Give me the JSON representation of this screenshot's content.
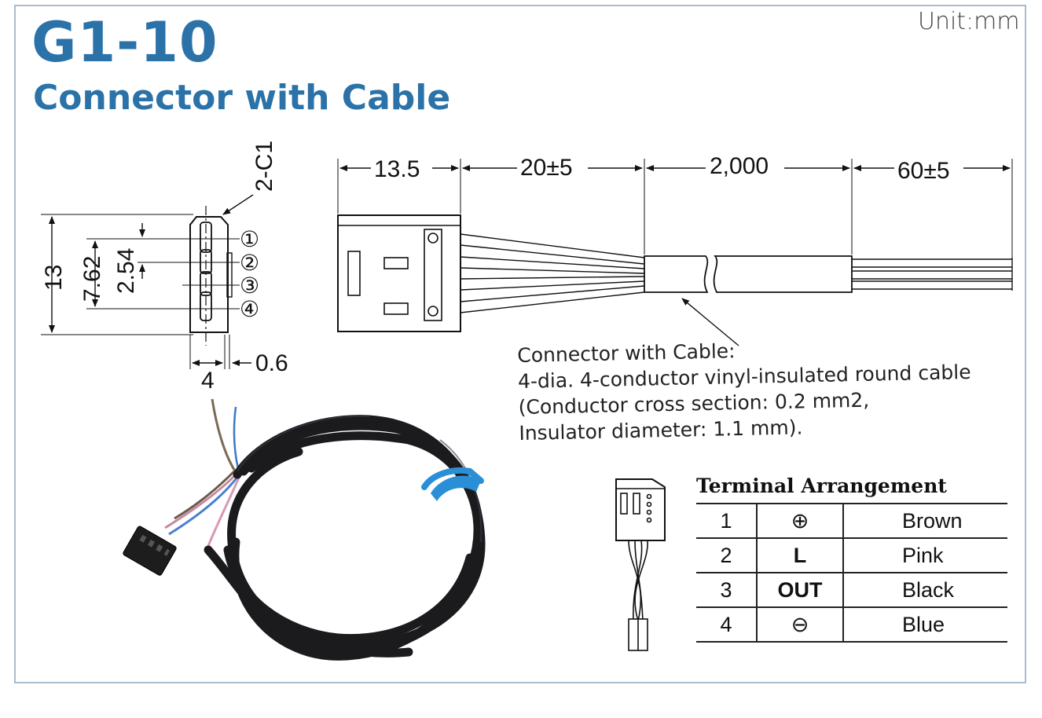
{
  "header": {
    "model": "G1-10",
    "subtitle": "Connector with Cable",
    "unit": "Unit:mm"
  },
  "front_view": {
    "chamfer": "2-C1",
    "height": "13",
    "pitch_span": "7.62",
    "pitch": "2.54",
    "width": "4",
    "offset": "0.6",
    "pins": [
      "①",
      "②",
      "③",
      "④"
    ]
  },
  "side_view": {
    "connector_length": "13.5",
    "strip_length": "20±5",
    "cable_length": "2,000",
    "lead_length": "60±5"
  },
  "cable_note": {
    "lines": [
      "Connector with Cable:",
      "4-dia. 4-conductor vinyl-insulated round cable",
      "(Conductor cross section: 0.2 mm2,",
      "Insulator diameter: 1.1 mm)."
    ]
  },
  "terminal_arrangement": {
    "title": "Terminal Arrangement",
    "rows": [
      {
        "num": "1",
        "symbol": "⊕",
        "color": "Brown"
      },
      {
        "num": "2",
        "symbol": "L",
        "color": "Pink"
      },
      {
        "num": "3",
        "symbol": "OUT",
        "color": "Black"
      },
      {
        "num": "4",
        "symbol": "⊖",
        "color": "Blue"
      }
    ]
  },
  "colors": {
    "title_blue": "#2a72a8",
    "frame": "#a9bccb",
    "cable_tie": "#2a8fd6"
  }
}
